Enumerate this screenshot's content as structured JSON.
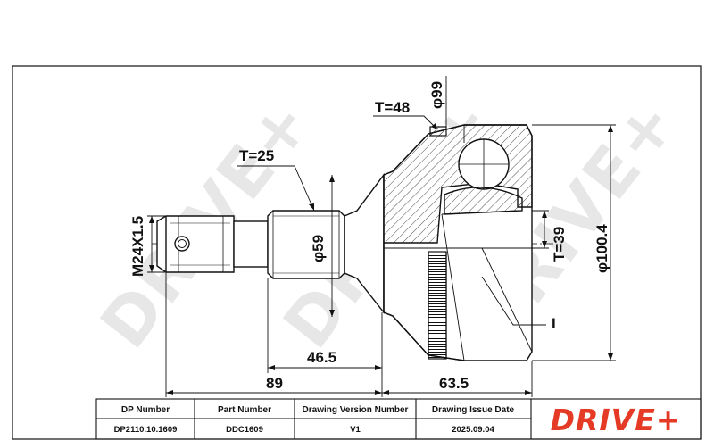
{
  "brand": {
    "name": "DRIVE+",
    "watermark": "DRIVE+",
    "color": "#e53a26"
  },
  "dimensions": {
    "thread": "M24X1.5",
    "t_small": "T=25",
    "d59": "φ59",
    "t48": "T=48",
    "d99": "φ99",
    "t39": "T=39",
    "d100_4": "φ100.4",
    "l46_5": "46.5",
    "l89": "89",
    "l63_5": "63.5",
    "marker_i": "I"
  },
  "title_block": {
    "headers": [
      "DP Number",
      "Part Number",
      "Drawing Version Number",
      "Drawing Issue Date"
    ],
    "values": [
      "DP2110.10.1609",
      "DDC1609",
      "V1",
      "2025.09.04"
    ]
  },
  "colors": {
    "line": "#111111",
    "watermark": "#d4d4d4"
  }
}
